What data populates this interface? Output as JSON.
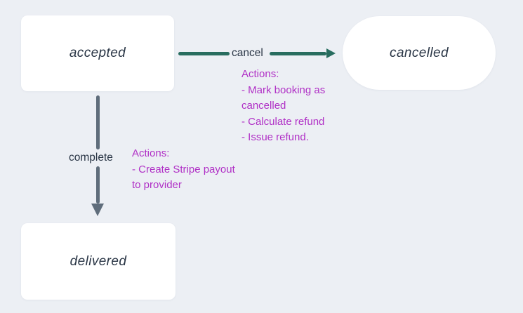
{
  "diagram": {
    "type": "state-transition-diagram",
    "background_color": "#ECEFF4",
    "colors": {
      "node_fill": "#FFFFFF",
      "node_text": "#293545",
      "cancel_edge": "#286D5F",
      "complete_edge": "#5F6D7B",
      "actions_text": "#B030C6",
      "edge_label_text": "#293545"
    },
    "nodes": [
      {
        "id": "accepted",
        "label": "accepted",
        "shape": "rounded-rectangle"
      },
      {
        "id": "cancelled",
        "label": "cancelled",
        "shape": "pill"
      },
      {
        "id": "delivered",
        "label": "delivered",
        "shape": "rounded-rectangle"
      }
    ],
    "edges": [
      {
        "id": "cancel",
        "from": "accepted",
        "to": "cancelled",
        "label": "cancel",
        "actions_lines": [
          "Actions:",
          "- Mark booking as",
          "cancelled",
          "- Calculate refund",
          "- Issue refund."
        ]
      },
      {
        "id": "complete",
        "from": "accepted",
        "to": "delivered",
        "label": "complete",
        "actions_lines": [
          "Actions:",
          "- Create Stripe payout",
          "to provider"
        ]
      }
    ]
  }
}
